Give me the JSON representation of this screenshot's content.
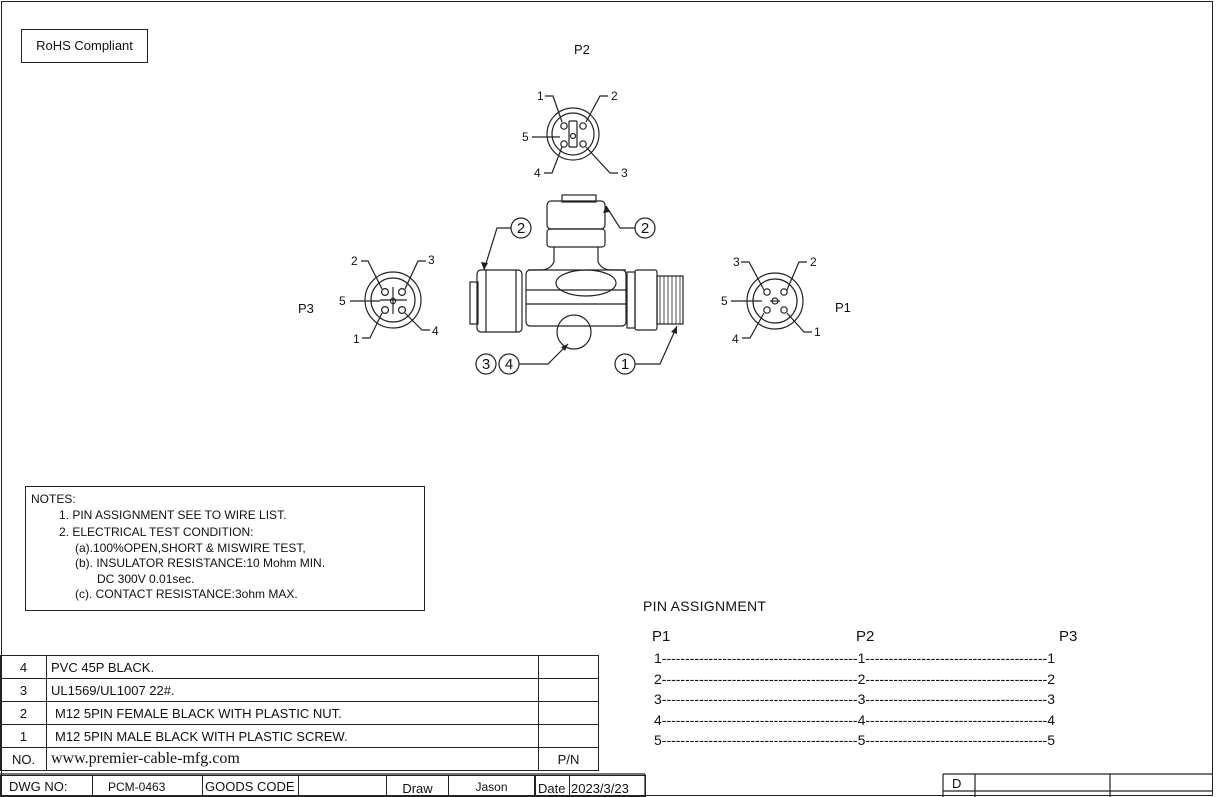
{
  "badge": "RoHS Compliant",
  "ports": {
    "p1": "P1",
    "p2": "P2",
    "p3": "P3"
  },
  "p2_pins": [
    "1",
    "2",
    "3",
    "4",
    "5"
  ],
  "p3_pins": [
    "1",
    "2",
    "3",
    "4",
    "5"
  ],
  "p1_pins": [
    "1",
    "2",
    "3",
    "4",
    "5"
  ],
  "callouts": [
    "2",
    "2",
    "3",
    "4",
    "1"
  ],
  "notes": {
    "title": "NOTES:",
    "lines": [
      "1. PIN ASSIGNMENT SEE TO WIRE LIST.",
      "2. ELECTRICAL TEST CONDITION:",
      "(a).100%OPEN,SHORT & MISWIRE TEST,",
      "(b). INSULATOR RESISTANCE:10 Mohm MIN.",
      "DC 300V 0.01sec.",
      "(c). CONTACT RESISTANCE:3ohm MAX."
    ]
  },
  "pin_assignment": {
    "title": "PIN  ASSIGNMENT",
    "headers": [
      "P1",
      "P2",
      "P3"
    ],
    "rows": [
      "1------------------------------------------1---------------------------------------1",
      "2------------------------------------------2---------------------------------------2",
      "3------------------------------------------3---------------------------------------3",
      "4------------------------------------------4---------------------------------------4",
      "5------------------------------------------5---------------------------------------5"
    ]
  },
  "bom": {
    "rows": [
      {
        "no": "4",
        "desc": "PVC 45P BLACK.",
        "pn": ""
      },
      {
        "no": "3",
        "desc": "UL1569/UL1007 22#.",
        "pn": ""
      },
      {
        "no": "2",
        "desc": "M12 5PIN FEMALE  BLACK WITH PLASTIC NUT.",
        "pn": ""
      },
      {
        "no": "1",
        "desc": "M12 5PIN MALE  BLACK WITH PLASTIC SCREW.",
        "pn": ""
      }
    ],
    "footer": {
      "no": "NO.",
      "desc": "www.premier-cable-mfg.com",
      "pn": "P/N"
    }
  },
  "title_block": {
    "dwg_no_label": "DWG NO:",
    "dwg_no": "PCM-0463",
    "goods_code_label": "GOODS CODE",
    "draw_label": "Draw",
    "draw_name": "Jason",
    "date_label": "Date",
    "date": "2023/3/23",
    "rev": "D"
  }
}
